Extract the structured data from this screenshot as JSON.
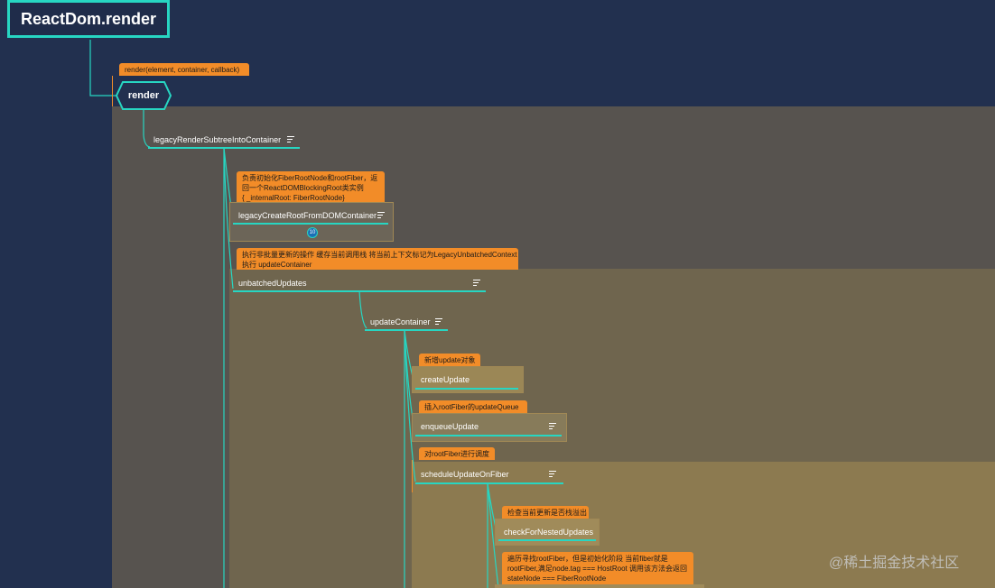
{
  "root": {
    "title": "ReactDom.render"
  },
  "render_signature": "render(element, container, callback)",
  "render_node": "render",
  "nodes": {
    "legacyRenderSubtreeIntoContainer": "legacyRenderSubtreeIntoContainer",
    "legacyCreateRootFromDOMContainer": "legacyCreateRootFromDOMContainer",
    "unbatchedUpdates": "unbatchedUpdates",
    "updateContainer": "updateContainer",
    "createUpdate": "createUpdate",
    "enqueueUpdate": "enqueueUpdate",
    "scheduleUpdateOnFiber": "scheduleUpdateOnFiber",
    "checkForNestedUpdates": "checkForNestedUpdates"
  },
  "notes": {
    "createRoot": [
      "负责初始化FiberRootNode和rootFiber，返",
      "回一个ReactDOMBlockingRoot类实例",
      "{ _internalRoot: FiberRootNode}"
    ],
    "unbatched": [
      "执行非批量更新的操作 缓存当前调用栈 将当前上下文标记为LegacyUnbatchedContext",
      "执行 updateContainer"
    ],
    "createUpdate": [
      "新增update对象"
    ],
    "enqueueUpdate": [
      "插入rootFiber的updateQueue"
    ],
    "schedule": [
      "对rootFiber进行调度"
    ],
    "checkNested": [
      "检查当前更新是否栈溢出"
    ],
    "markRoot": [
      "遍历寻找rootFiber，但是初始化阶段 当前fiber就是",
      "rootFiber,满足node.tag === HostRoot 调用该方法会返回",
      "stateNode === FiberRootNode"
    ]
  },
  "badge": "10",
  "watermark": "@稀土掘金技术社区",
  "colors": {
    "background": "#22304f",
    "connector": "#27d6c2",
    "note": "#f28c28"
  }
}
